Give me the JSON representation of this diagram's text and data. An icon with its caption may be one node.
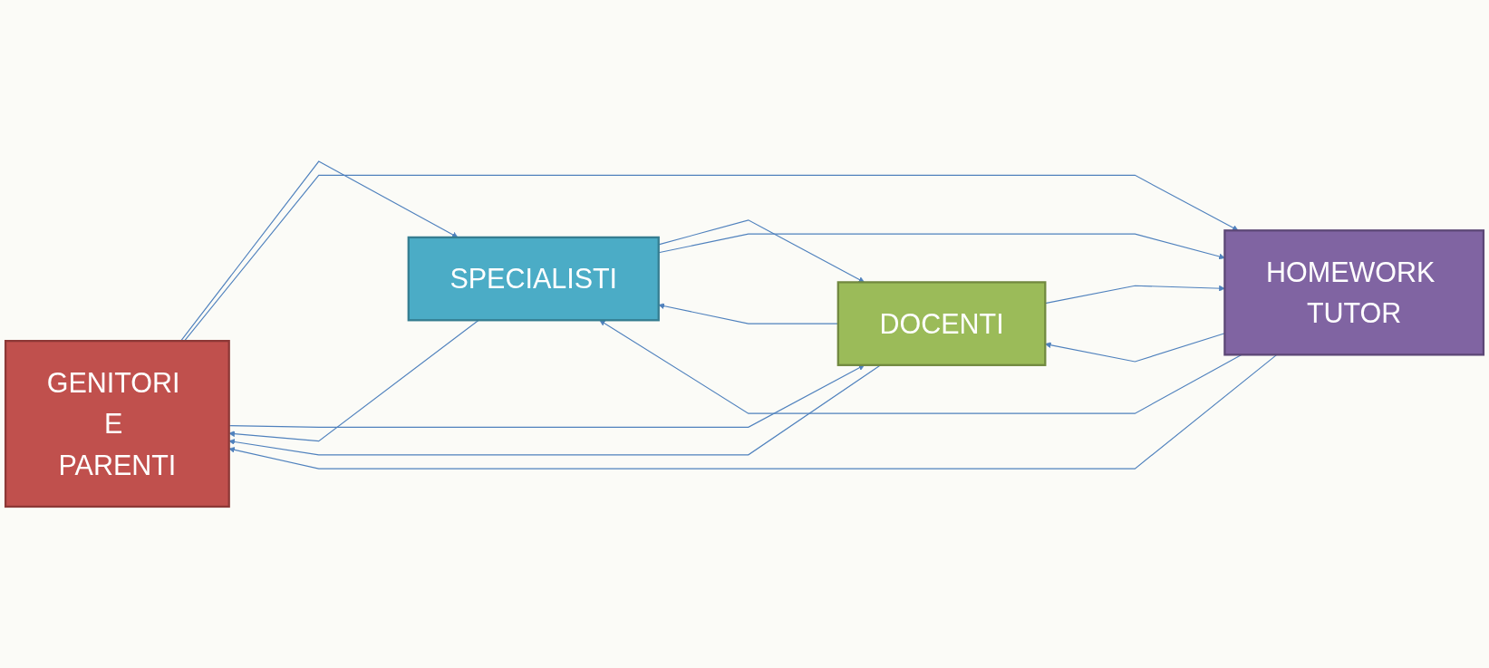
{
  "diagram": {
    "nodes": [
      {
        "text": [
          "GENITORI E PARENTI"
        ]
      },
      {
        "text": [
          "SPECIALISTI"
        ]
      },
      {
        "text": [
          "DOCENTI"
        ]
      },
      {
        "text": [
          "HOMEWORK TUTOR"
        ]
      }
    ],
    "edges": [
      {
        "from": 0,
        "to": 1,
        "arrow": "to"
      },
      {
        "from": 1,
        "to": 0,
        "arrow": "to"
      },
      {
        "from": 0,
        "to": 3,
        "arrow": "to"
      },
      {
        "from": 3,
        "to": 0,
        "arrow": "to"
      },
      {
        "from": 1,
        "to": 2,
        "arrow": "to"
      },
      {
        "from": 2,
        "to": 1,
        "arrow": "to"
      },
      {
        "from": 0,
        "to": 2,
        "arrow": "to"
      },
      {
        "from": 2,
        "to": 0,
        "arrow": "to"
      },
      {
        "from": 1,
        "to": 3,
        "arrow": "to"
      },
      {
        "from": 3,
        "to": 1,
        "arrow": "to"
      },
      {
        "from": 2,
        "to": 3,
        "arrow": "to"
      },
      {
        "from": 3,
        "to": 2,
        "arrow": "to"
      }
    ]
  }
}
